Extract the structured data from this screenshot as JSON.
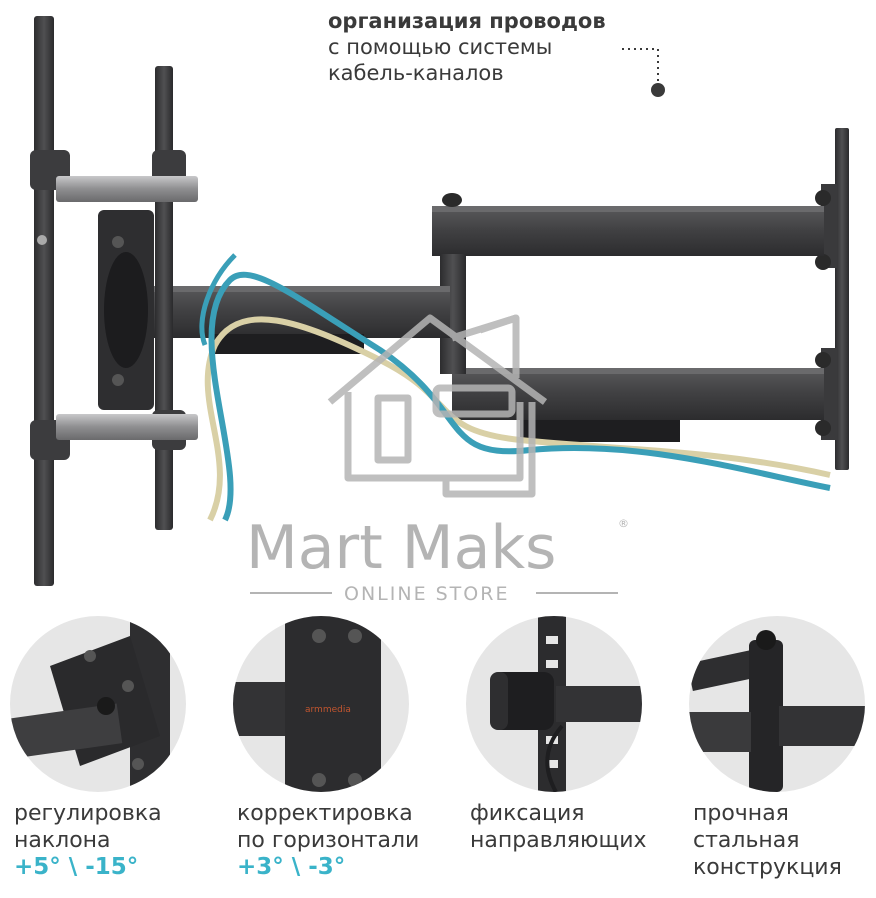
{
  "caption": {
    "bold_line": "организация проводов",
    "line2": "с помощью системы",
    "line3": "кабель-каналов"
  },
  "watermark": {
    "brand": "Mart Maks",
    "registered": "®",
    "sub": "ONLINE STORE"
  },
  "colors": {
    "text": "#3a3a3a",
    "accent": "#3ab3c9",
    "steel": "#3c3c3e",
    "watermark": "#b4b4b4"
  },
  "features": [
    {
      "line1": "регулировка",
      "line2": "наклона",
      "accent": "+5° \\ -15°"
    },
    {
      "line1": "корректировка",
      "line2": "по горизонтали",
      "accent": "+3° \\ -3°"
    },
    {
      "line1": "фиксация",
      "line2": "направляющих"
    },
    {
      "line1": "прочная",
      "line2": "стальная",
      "line3": "конструкция"
    }
  ],
  "detail_label": "armmedia"
}
